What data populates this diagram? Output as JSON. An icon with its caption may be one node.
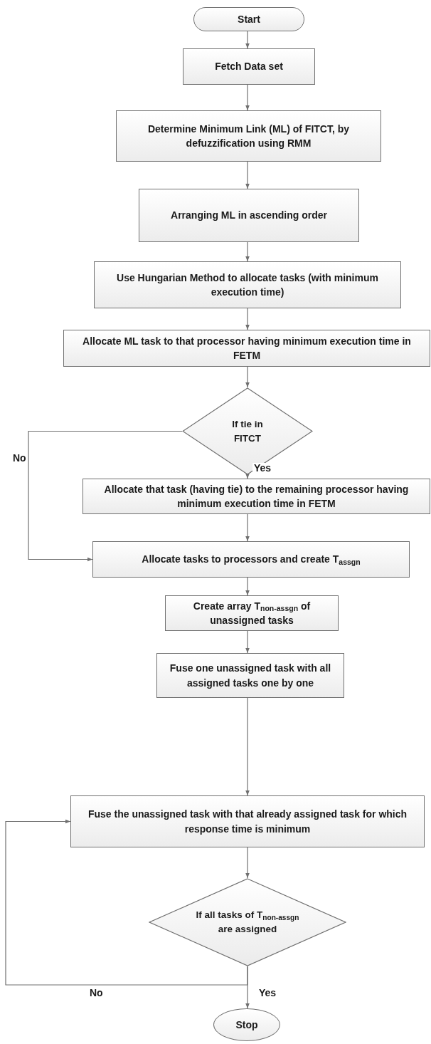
{
  "diagram": {
    "nodes": [
      {
        "text": [
          "Start"
        ]
      },
      {
        "text": [
          "Fetch Data set"
        ]
      },
      {
        "text": [
          "Determine Minimum Link (ML) of FITCT, by defuzzification using RMM"
        ]
      },
      {
        "text": [
          "Arranging ML in ascending order"
        ]
      },
      {
        "text": [
          "Use Hungarian Method to allocate tasks (with minimum execution time)"
        ]
      },
      {
        "text": [
          "Allocate ML task to that processor having minimum execution time in FETM"
        ]
      },
      {
        "text": [
          "If tie in FITCT"
        ]
      },
      {
        "text": [
          "Allocate that task (having tie) to the remaining processor having minimum execution time in FETM"
        ]
      },
      {
        "text": [
          "Allocate tasks to processors and create T$_{assgn}$"
        ]
      },
      {
        "text": [
          "Create array T$_{non-assgn}$ of unassigned tasks"
        ]
      },
      {
        "text": [
          "Fuse one unassigned task with all assigned tasks one by one"
        ]
      },
      {
        "text": [
          "Fuse the unassigned task with that already assigned task for which response time is minimum"
        ]
      },
      {
        "text": [
          "If all tasks of T$_{non-assgn}$ are assigned"
        ]
      },
      {
        "text": [
          "Stop"
        ]
      }
    ],
    "edges": [
      {
        "from": 0,
        "to": 1,
        "arrow": "to"
      },
      {
        "from": 1,
        "to": 2,
        "arrow": "to"
      },
      {
        "from": 2,
        "to": 3,
        "arrow": "to"
      },
      {
        "from": 3,
        "to": 4,
        "arrow": "to"
      },
      {
        "from": 4,
        "to": 5,
        "arrow": "to"
      },
      {
        "from": 5,
        "to": 6,
        "arrow": "to"
      },
      {
        "from": 6,
        "to": 7,
        "arrow": "to",
        "label": "Yes"
      },
      {
        "from": 6,
        "to": 8,
        "arrow": "to",
        "label": "No"
      },
      {
        "from": 7,
        "to": 8,
        "arrow": "to"
      },
      {
        "from": 8,
        "to": 9,
        "arrow": "to"
      },
      {
        "from": 9,
        "to": 10,
        "arrow": "to"
      },
      {
        "from": 10,
        "to": 11,
        "arrow": "to"
      },
      {
        "from": 11,
        "to": 12,
        "arrow": "to"
      },
      {
        "from": 12,
        "to": 13,
        "arrow": "to",
        "label": "Yes"
      },
      {
        "from": 12,
        "to": 11,
        "arrow": "to",
        "label": "No"
      }
    ]
  }
}
